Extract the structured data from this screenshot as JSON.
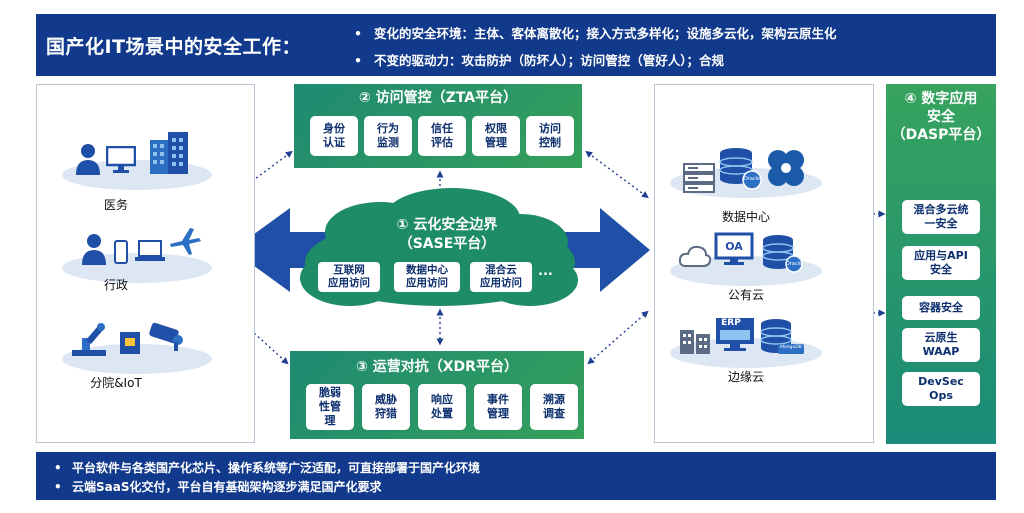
{
  "header": {
    "title": "国产化IT场景中的安全工作：",
    "bullet_symbol": "•",
    "bullets": [
      "变化的安全环境：主体、客体离散化；接入方式多样化；设施多云化，架构云原生化",
      "不变的驱动力：攻击防护（防坏人）；访问管控（管好人）；合规"
    ]
  },
  "left_groups": [
    {
      "label": "医务"
    },
    {
      "label": "行政"
    },
    {
      "label": "分院&IoT"
    }
  ],
  "zta": {
    "title": "② 访问管控（ZTA平台）",
    "tiles": [
      "身份\n认证",
      "行为\n监测",
      "信任\n评估",
      "权限\n管理",
      "访问\n控制"
    ]
  },
  "sase": {
    "title_line1": "① 云化安全边界",
    "title_line2": "（SASE平台）",
    "tiles": [
      "互联网\n应用访问",
      "数据中心\n应用访问",
      "混合云\n应用访问"
    ],
    "more": "..."
  },
  "xdr": {
    "title": "③ 运营对抗（XDR平台）",
    "tiles": [
      "脆弱\n性管\n理",
      "威胁\n狩猎",
      "响应\n处置",
      "事件\n管理",
      "溯源\n调查"
    ]
  },
  "right_groups": [
    {
      "label": "数据中心"
    },
    {
      "label": "公有云"
    },
    {
      "label": "边缘云"
    }
  ],
  "icon_labels": {
    "oracle": "Oracle",
    "oa": "OA",
    "erp": "ERP",
    "mongodb": "MongoDB"
  },
  "dasp": {
    "title": "④ 数字应用\n安全\n（DASP平台）",
    "tiles": [
      "混合多云统\n一安全",
      "应用与API\n安全",
      "容器安全",
      "云原生\nWAAP",
      "DevSec\nOps"
    ]
  },
  "footer": {
    "bullet_symbol": "•",
    "bullets": [
      "平台软件与各类国产化芯片、操作系统等广泛适配，可直接部署于国产化环境",
      "云端SaaS化交付，平台自有基础架构逐步满足国产化要求"
    ]
  },
  "colors": {
    "navy": "#123a8c",
    "arrow_blue": "#1f4fa6",
    "green_start": "#1e8a72",
    "green_end": "#35a05a",
    "tile_text": "#0d2f6e"
  }
}
